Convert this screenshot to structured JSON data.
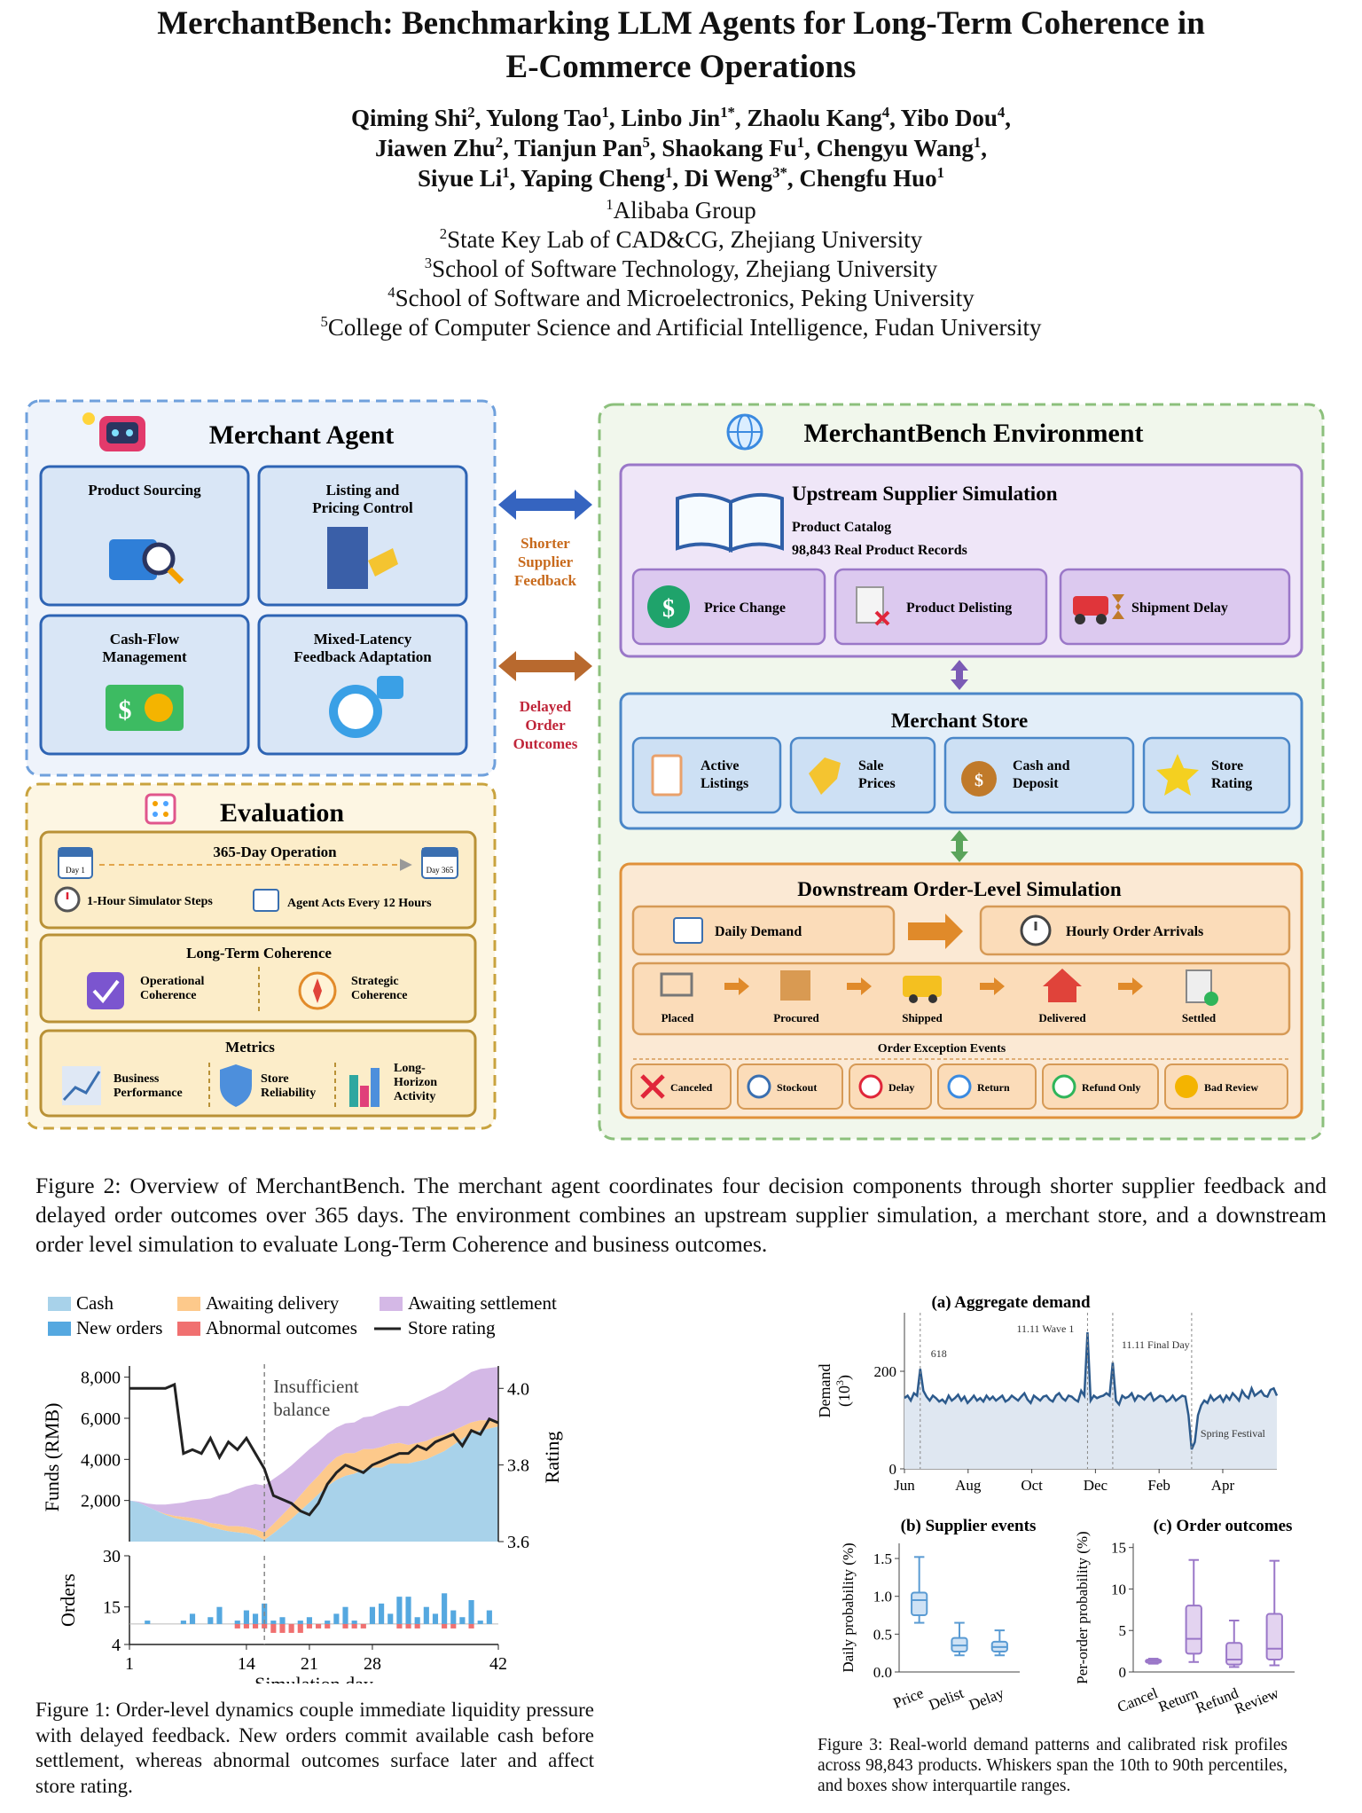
{
  "paper": {
    "title_line1": "MerchantBench: Benchmarking LLM Agents for Long-Term Coherence in",
    "title_line2": "E-Commerce Operations",
    "authors": [
      {
        "name": "Qiming Shi",
        "sup": "2"
      },
      {
        "name": "Yulong Tao",
        "sup": "1"
      },
      {
        "name": "Linbo Jin",
        "sup": "1*"
      },
      {
        "name": "Zhaolu Kang",
        "sup": "4"
      },
      {
        "name": "Yibo Dou",
        "sup": "4"
      },
      {
        "name": "Jiawen Zhu",
        "sup": "2"
      },
      {
        "name": "Tianjun Pan",
        "sup": "5"
      },
      {
        "name": "Shaokang Fu",
        "sup": "1"
      },
      {
        "name": "Chengyu Wang",
        "sup": "1"
      },
      {
        "name": "Siyue Li",
        "sup": "1"
      },
      {
        "name": "Yaping Cheng",
        "sup": "1"
      },
      {
        "name": "Di Weng",
        "sup": "3*"
      },
      {
        "name": "Chengfu Huo",
        "sup": "1"
      }
    ],
    "affiliations": [
      {
        "sup": "1",
        "text": "Alibaba Group"
      },
      {
        "sup": "2",
        "text": "State Key Lab of CAD&CG, Zhejiang University"
      },
      {
        "sup": "3",
        "text": "School of Software Technology, Zhejiang University"
      },
      {
        "sup": "4",
        "text": "School of Software and Microelectronics, Peking University"
      },
      {
        "sup": "5",
        "text": "College of Computer Science and Artificial Intelligence, Fudan University"
      }
    ]
  },
  "figure2": {
    "agent_title": "Merchant Agent",
    "agent_cards": [
      "Product Sourcing",
      "Listing and|Pricing Control",
      "Cash-Flow|Management",
      "Mixed-Latency|Feedback Adaptation"
    ],
    "arrow_labels": {
      "supplier": "Shorter|Supplier|Feedback",
      "order": "Delayed|Order|Outcomes"
    },
    "eval_title": "Evaluation",
    "op_title": "365-Day Operation",
    "day1": "Day 1",
    "day365": "Day 365",
    "steps": "1-Hour Simulator Steps",
    "acts": "Agent Acts Every 12 Hours",
    "coherence_title": "Long-Term Coherence",
    "coherence_items": [
      "Operational|Coherence",
      "Strategic|Coherence"
    ],
    "metrics_title": "Metrics",
    "metrics_items": [
      "Business|Performance",
      "Store|Reliability",
      "Long-|Horizon|Activity"
    ],
    "env_title": "MerchantBench Environment",
    "upstream_title": "Upstream Supplier Simulation",
    "catalog": "Product Catalog",
    "records": "98,843 Real Product Records",
    "upstream_events": [
      "Price Change",
      "Product Delisting",
      "Shipment Delay"
    ],
    "store_title": "Merchant Store",
    "store_items": [
      "Active|Listings",
      "Sale|Prices",
      "Cash and|Deposit",
      "Store|Rating"
    ],
    "downstream_title": "Downstream Order-Level Simulation",
    "daily_demand": "Daily Demand",
    "hourly": "Hourly Order Arrivals",
    "pipeline": [
      "Placed",
      "Procured",
      "Shipped",
      "Delivered",
      "Settled"
    ],
    "exceptions_title": "Order Exception Events",
    "exceptions": [
      "Canceled",
      "Stockout",
      "Delay",
      "Return",
      "Refund Only",
      "Bad Review"
    ],
    "caption": "Figure 2: Overview of MerchantBench. The merchant agent coordinates four decision components through shorter supplier feedback and delayed order outcomes over 365 days. The environment combines an upstream supplier simulation, a merchant store, and a downstream order level simulation to evaluate Long-Term Coherence and business outcomes."
  },
  "figure1": {
    "caption": "Figure 1: Order-level dynamics couple immediate liquidity pressure with delayed feedback. New orders commit available cash before settlement, whereas abnormal outcomes surface later and affect store rating.",
    "annotation": "Insufficient|balance"
  },
  "figure3": {
    "caption": "Figure 3: Real-world demand patterns and calibrated risk profiles across 98,843 products. Whiskers span the 10th to 90th percentiles, and boxes show interquartile ranges."
  },
  "chart_data": [
    {
      "type": "area",
      "legend": [
        "Cash",
        "Awaiting delivery",
        "Awaiting settlement",
        "New orders",
        "Abnormal outcomes",
        "Store rating"
      ],
      "xlabel": "Simulation day",
      "ylabel": "Funds (RMB)",
      "ylabel_right": "Rating",
      "xticks": [
        1,
        14,
        21,
        28,
        42
      ],
      "yticks": [
        2000,
        4000,
        6000,
        8000
      ],
      "ytick_labels": [
        "2,000",
        "4,000",
        "6,000",
        "8,000"
      ],
      "yticks_right": [
        3.6,
        3.8,
        4.0
      ],
      "xlim": [
        1,
        42
      ],
      "ylim": [
        0,
        8200
      ],
      "ylim_right": [
        3.6,
        4.04
      ],
      "x": [
        1,
        2,
        3,
        4,
        5,
        6,
        7,
        8,
        9,
        10,
        11,
        12,
        13,
        14,
        15,
        16,
        17,
        18,
        19,
        20,
        21,
        22,
        23,
        24,
        25,
        26,
        27,
        28,
        29,
        30,
        31,
        32,
        33,
        34,
        35,
        36,
        37,
        38,
        39,
        40,
        41,
        42
      ],
      "cash": [
        2000,
        1900,
        1700,
        1500,
        1300,
        1150,
        1050,
        950,
        850,
        700,
        600,
        500,
        450,
        400,
        300,
        80,
        400,
        750,
        1100,
        1500,
        1900,
        2300,
        2700,
        3000,
        3200,
        3300,
        3500,
        3600,
        3600,
        3800,
        3800,
        3800,
        3900,
        4000,
        4200,
        4400,
        4700,
        5000,
        5300,
        5400,
        5500,
        5600
      ],
      "awaiting_delivery": [
        0,
        0,
        0,
        0,
        50,
        100,
        150,
        200,
        200,
        200,
        250,
        250,
        300,
        300,
        300,
        350,
        450,
        550,
        650,
        750,
        850,
        900,
        1000,
        1100,
        1100,
        1000,
        1000,
        900,
        1000,
        950,
        1000,
        900,
        900,
        900,
        900,
        800,
        700,
        600,
        500,
        500,
        400,
        300
      ],
      "awaiting_settlement": [
        0,
        50,
        150,
        300,
        450,
        600,
        700,
        850,
        1000,
        1200,
        1400,
        1600,
        1800,
        2000,
        2200,
        2300,
        2200,
        2050,
        1950,
        1850,
        1750,
        1650,
        1550,
        1450,
        1450,
        1500,
        1550,
        1600,
        1700,
        1700,
        1800,
        1900,
        2000,
        2100,
        2100,
        2200,
        2300,
        2350,
        2450,
        2500,
        2550,
        2600
      ],
      "store_rating": [
        4.0,
        4.0,
        4.0,
        4.0,
        4.0,
        4.01,
        3.83,
        3.84,
        3.83,
        3.87,
        3.82,
        3.86,
        3.84,
        3.87,
        3.83,
        3.79,
        3.72,
        3.71,
        3.7,
        3.68,
        3.67,
        3.7,
        3.75,
        3.78,
        3.8,
        3.79,
        3.78,
        3.8,
        3.81,
        3.82,
        3.83,
        3.83,
        3.85,
        3.84,
        3.86,
        3.87,
        3.88,
        3.85,
        3.89,
        3.88,
        3.92,
        3.91
      ],
      "orders_ylabel": "Orders",
      "orders_ylim": [
        4,
        30
      ],
      "orders_yticks": [
        4,
        15,
        30
      ],
      "new_orders": [
        8,
        10,
        11,
        10,
        9,
        8,
        11,
        13,
        10,
        12,
        15,
        9,
        11,
        14,
        13,
        16,
        11,
        12,
        10,
        11,
        12,
        9,
        11,
        13,
        15,
        11,
        10,
        15,
        16,
        13,
        18,
        18,
        12,
        15,
        13,
        19,
        14,
        12,
        17,
        11,
        14,
        10
      ],
      "abnormal_outcomes": [
        0,
        0,
        0,
        0,
        0,
        0,
        0,
        0,
        0,
        0,
        0,
        0,
        1,
        1,
        1,
        1,
        2,
        2,
        2,
        2,
        1,
        1,
        1,
        0,
        1,
        1,
        1,
        0,
        0,
        0,
        1,
        1,
        1,
        0,
        0,
        1,
        1,
        0,
        1,
        0,
        0,
        0
      ]
    },
    {
      "type": "line",
      "title": "(a) Aggregate demand",
      "xlabel": "",
      "ylabel": "Demand",
      "ylabel_unit": "(10",
      "ylabel_sup": "3",
      "ylabel_close": ")",
      "xticks": [
        "Jun",
        "Aug",
        "Oct",
        "Dec",
        "Feb",
        "Apr"
      ],
      "yticks": [
        0,
        200
      ],
      "ylim": [
        0,
        320
      ],
      "annotations": [
        "618",
        "11.11 Wave 1",
        "11.11 Final Day",
        "Spring Festival"
      ],
      "values": [
        145,
        150,
        140,
        155,
        150,
        205,
        160,
        148,
        140,
        150,
        145,
        138,
        142,
        135,
        150,
        140,
        145,
        152,
        140,
        148,
        135,
        142,
        150,
        140,
        145,
        138,
        150,
        142,
        148,
        140,
        145,
        150,
        138,
        142,
        150,
        145,
        140,
        148,
        155,
        142,
        135,
        150,
        145,
        140,
        148,
        150,
        142,
        138,
        150,
        155,
        145,
        140,
        150,
        148,
        142,
        138,
        160,
        150,
        280,
        140,
        150,
        145,
        148,
        150,
        155,
        150,
        218,
        140,
        132,
        150,
        145,
        148,
        155,
        140,
        150,
        148,
        142,
        150,
        155,
        140,
        145,
        150,
        148,
        138,
        142,
        150,
        140,
        145,
        150,
        148,
        110,
        40,
        55,
        110,
        130,
        140,
        135,
        150,
        140,
        145,
        150,
        138,
        150,
        142,
        155,
        148,
        140,
        160,
        150,
        145,
        165,
        150,
        155,
        160,
        150,
        148,
        162,
        165,
        150
      ]
    },
    {
      "type": "box",
      "title": "(b) Supplier events",
      "ylabel": "Daily probability (%)",
      "categories": [
        "Price",
        "Delist",
        "Delay"
      ],
      "ylim": [
        0,
        1.7
      ],
      "yticks": [
        0.0,
        0.5,
        1.0,
        1.5
      ],
      "ytick_labels": [
        "0.0",
        "0.5",
        "1.0",
        "1.5"
      ],
      "boxes": [
        {
          "whisker_low": 0.65,
          "q1": 0.75,
          "median": 0.95,
          "q3": 1.05,
          "whisker_high": 1.52
        },
        {
          "whisker_low": 0.22,
          "q1": 0.27,
          "median": 0.35,
          "q3": 0.45,
          "whisker_high": 0.65
        },
        {
          "whisker_low": 0.22,
          "q1": 0.27,
          "median": 0.33,
          "q3": 0.4,
          "whisker_high": 0.55
        }
      ]
    },
    {
      "type": "box",
      "title": "(c) Order outcomes",
      "ylabel": "Per-order probability (%)",
      "categories": [
        "Cancel",
        "Return",
        "Refund",
        "Review"
      ],
      "ylim": [
        0,
        15.5
      ],
      "yticks": [
        0,
        5,
        10,
        15
      ],
      "boxes": [
        {
          "whisker_low": 1.0,
          "q1": 1.1,
          "median": 1.3,
          "q3": 1.5,
          "whisker_high": 1.6
        },
        {
          "whisker_low": 1.2,
          "q1": 2.2,
          "median": 4.0,
          "q3": 8.0,
          "whisker_high": 13.5
        },
        {
          "whisker_low": 0.6,
          "q1": 0.9,
          "median": 1.5,
          "q3": 3.5,
          "whisker_high": 6.2
        },
        {
          "whisker_low": 0.8,
          "q1": 1.5,
          "median": 2.8,
          "q3": 7.0,
          "whisker_high": 13.4
        }
      ]
    }
  ]
}
